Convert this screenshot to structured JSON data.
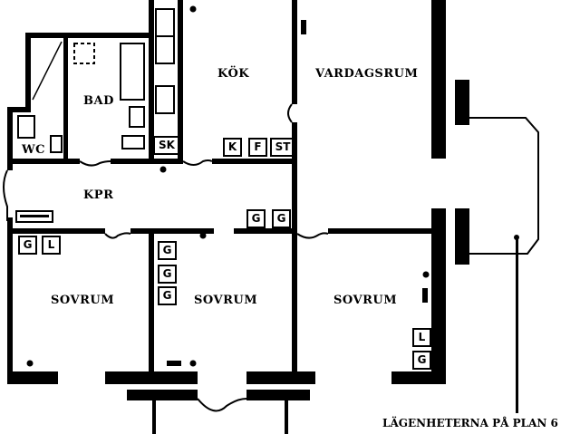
{
  "rooms": {
    "bad": "BAD",
    "kok": "KÖK",
    "vardagsrum": "VARDAGSRUM",
    "wc": "WC",
    "kpr": "KPR",
    "sovrum1": "SOVRUM",
    "sovrum2": "SOVRUM",
    "sovrum3": "SOVRUM"
  },
  "fixtures": {
    "sk": "SK",
    "kok_k": "K",
    "kok_f": "F",
    "kok_st": "ST",
    "kpr_g1": "G",
    "kpr_g2": "G",
    "sov1_g": "G",
    "sov1_l": "L",
    "sov2_g1": "G",
    "sov2_g2": "G",
    "sov2_g3": "G",
    "sov3_l": "L",
    "sov3_g": "G"
  },
  "caption": "LÄGENHETERNA PÅ PLAN 6"
}
